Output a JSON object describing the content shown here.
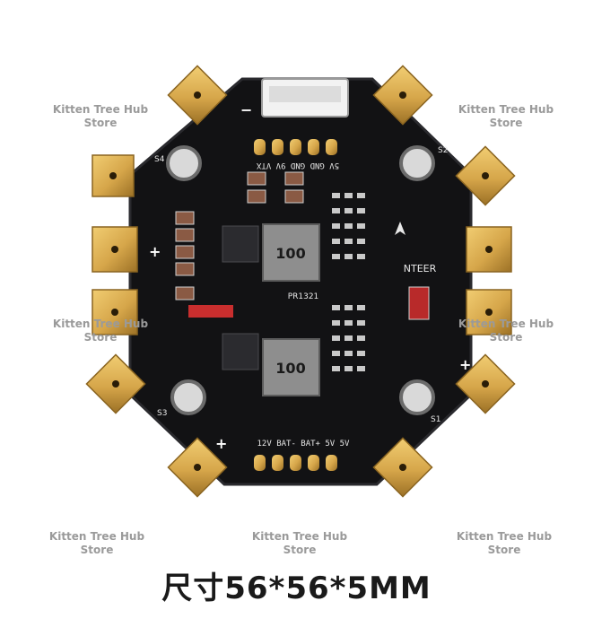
{
  "image": {
    "subject": "drone power distribution board",
    "colors": {
      "pcb": "#121214",
      "gold": "#d6a64a",
      "background": "#ffffff"
    }
  },
  "watermarks": [
    {
      "line1": "Kitten Tree Hub",
      "line2": "Store"
    },
    {
      "line1": "Kitten Tree Hub",
      "line2": "Store"
    },
    {
      "line1": "Kitten Tree Hub",
      "line2": "Store"
    },
    {
      "line1": "Kitten Tree Hub",
      "line2": "Store"
    },
    {
      "line1": "Kitten Tree Hub",
      "line2": "Store"
    },
    {
      "line1": "Kitten Tree Hub",
      "line2": "Store"
    },
    {
      "line1": "Kitten Tree Hub",
      "line2": "Store"
    }
  ],
  "board": {
    "top_pin_label": "5V GND GND 9V VTX",
    "bottom_pin_label": "12V BAT- BAT+ 5V 5V",
    "brand": "NTEER",
    "chip_label": "PR1321",
    "inductor_label": "100",
    "polarity_plus": "+",
    "polarity_minus": "−",
    "motor_label_1": "S1",
    "motor_label_2": "S2",
    "motor_label_3": "S3",
    "motor_label_4": "S4"
  },
  "caption": "尺寸56*56*5MM"
}
